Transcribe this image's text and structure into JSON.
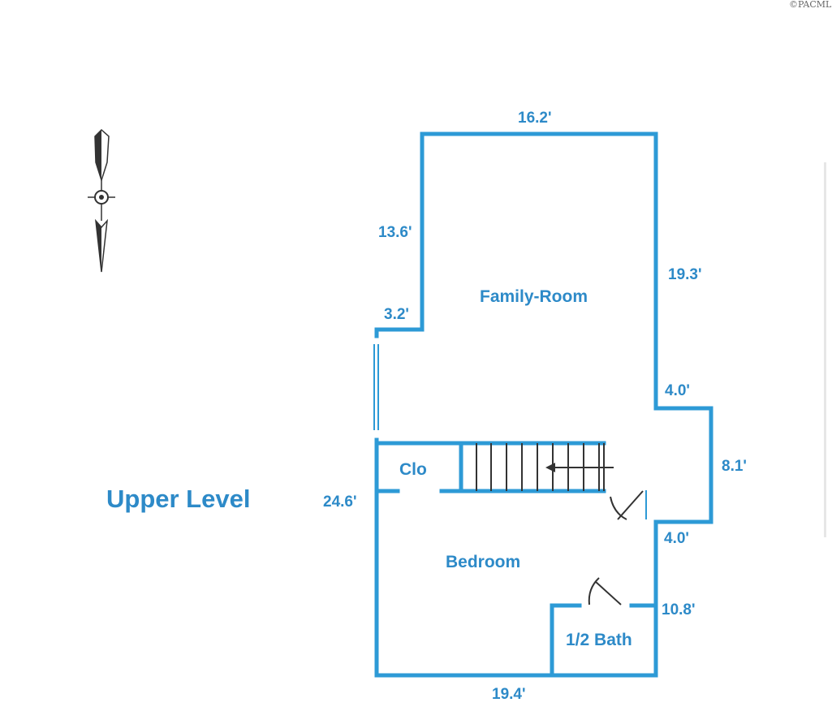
{
  "copyright": "©PACMLS",
  "level_title": "Upper Level",
  "rooms": {
    "family_room": "Family-Room",
    "bedroom": "Bedroom",
    "closet": "Clo",
    "half_bath": "1/2 Bath"
  },
  "dimensions": {
    "top": "16.2'",
    "left_upper": "13.6'",
    "left_step": "3.2'",
    "right_upper": "19.3'",
    "bump_top": "4.0'",
    "bump_side": "8.1'",
    "bump_bottom": "4.0'",
    "left_overall": "24.6'",
    "right_lower": "10.8'",
    "bottom": "19.4'"
  },
  "colors": {
    "wall": "#2d9ad6",
    "text": "#2d8ac8"
  },
  "icons": {
    "compass": "north-arrow-compass-icon"
  }
}
